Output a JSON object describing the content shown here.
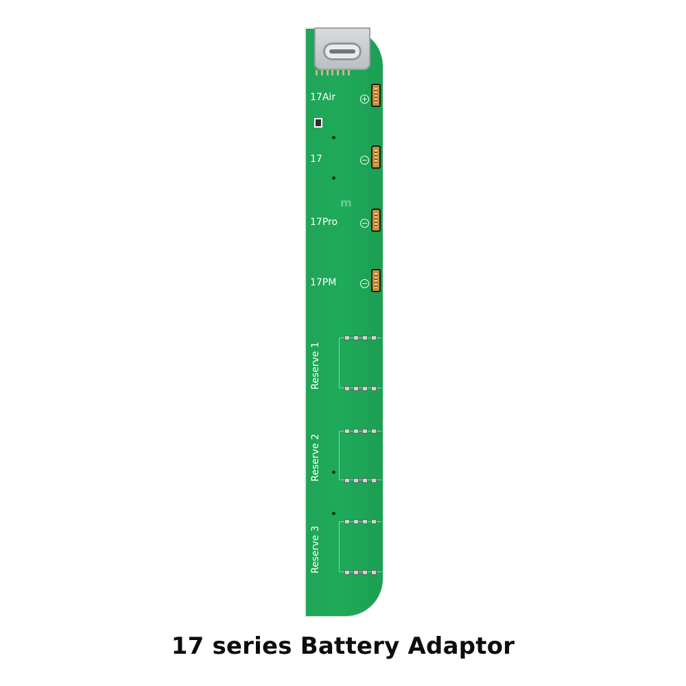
{
  "board": {
    "models": [
      {
        "label": "17Air",
        "polarity": "+",
        "icon": "plus-circle-icon"
      },
      {
        "label": "17",
        "polarity": "−",
        "icon": "minus-circle-icon"
      },
      {
        "label": "17Pro",
        "polarity": "−",
        "icon": "minus-circle-icon"
      },
      {
        "label": "17PM",
        "polarity": "−",
        "icon": "minus-circle-icon"
      }
    ],
    "reserves": [
      {
        "label": "Reserve 1"
      },
      {
        "label": "Reserve 2"
      },
      {
        "label": "Reserve 3"
      }
    ],
    "connector": "usb-c-port",
    "colors": {
      "pcb": "#1faa5a",
      "contact": "#c98f3a"
    }
  },
  "caption": "17 series Battery Adaptor"
}
